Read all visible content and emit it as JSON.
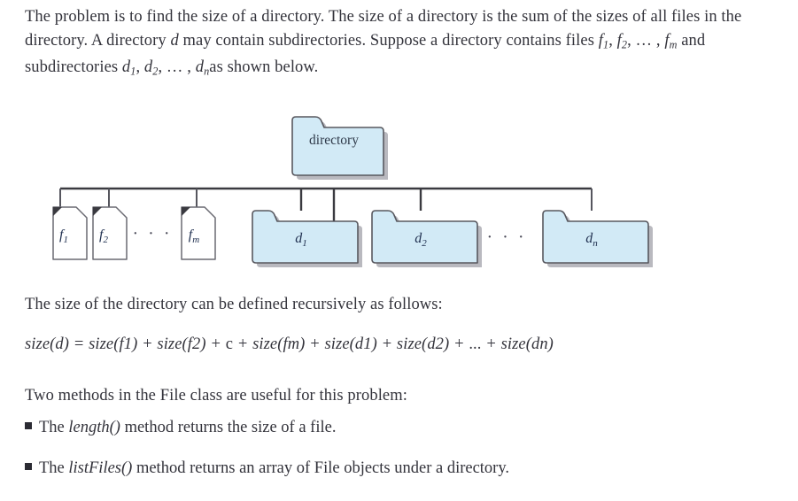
{
  "document": {
    "background_color": "#ffffff",
    "text_color": "#33333b"
  },
  "intro": {
    "seg1": "The problem is to find the size of a directory. The size of a directory is the sum of the sizes of all files in the directory. A directory ",
    "var_d": "d",
    "seg2": " may contain subdirectories. Suppose a directory contains files ",
    "f1": "f",
    "f1_sub": "1",
    "comma1": ", ",
    "f2": "f",
    "f2_sub": "2",
    "comma2": ", … , ",
    "fm": "f",
    "fm_sub": "m",
    "seg3": " and subdirectories ",
    "d1": "d",
    "d1_sub": "1",
    "comma3": ", ",
    "d2": "d",
    "d2_sub": "2",
    "comma4": ", … , ",
    "dn": "d",
    "dn_sub": "n",
    "seg4": "as shown below."
  },
  "diagram": {
    "root": {
      "label": "directory",
      "type": "folder"
    },
    "files": [
      {
        "name": "f",
        "subscript": "1"
      },
      {
        "name": "f",
        "subscript": "2"
      },
      {
        "name": "f",
        "subscript": "m"
      }
    ],
    "files_ellipsis": "· · ·",
    "subdirs": [
      {
        "name": "d",
        "subscript": "1"
      },
      {
        "name": "d",
        "subscript": "2"
      },
      {
        "name": "d",
        "subscript": "n"
      }
    ],
    "subdirs_ellipsis": "· · ·",
    "colors": {
      "folder_fill": "#d2eaf6",
      "folder_stroke": "#58585f",
      "file_fill": "#ffffff",
      "file_stroke": "#6a6a72",
      "connector": "#3a3a40",
      "shadow": "#b9b9bf"
    }
  },
  "recursive_line": "The size of the directory can be defined recursively as follows:",
  "formula": {
    "full": "size(d) = size(f1) + size(f2) + c + size(fm) + size(d1) + size(d2) + ... + size(dn)",
    "lhs": "size(d)",
    "eq": " = ",
    "terms": [
      "size(f1)",
      "size(f2)",
      "c",
      "size(fm)",
      "size(d1)",
      "size(d2)",
      "...",
      "size(dn)"
    ],
    "separator": " + "
  },
  "two_methods_line": "Two methods in the File class are useful for this problem:",
  "bullets": [
    {
      "marker": "▪",
      "prefix": "The ",
      "code": "length()",
      "suffix": " method returns the size of a file."
    },
    {
      "marker": "▪",
      "prefix": "The ",
      "code": "listFiles()",
      "suffix": " method returns an array of File objects under a directory."
    }
  ]
}
